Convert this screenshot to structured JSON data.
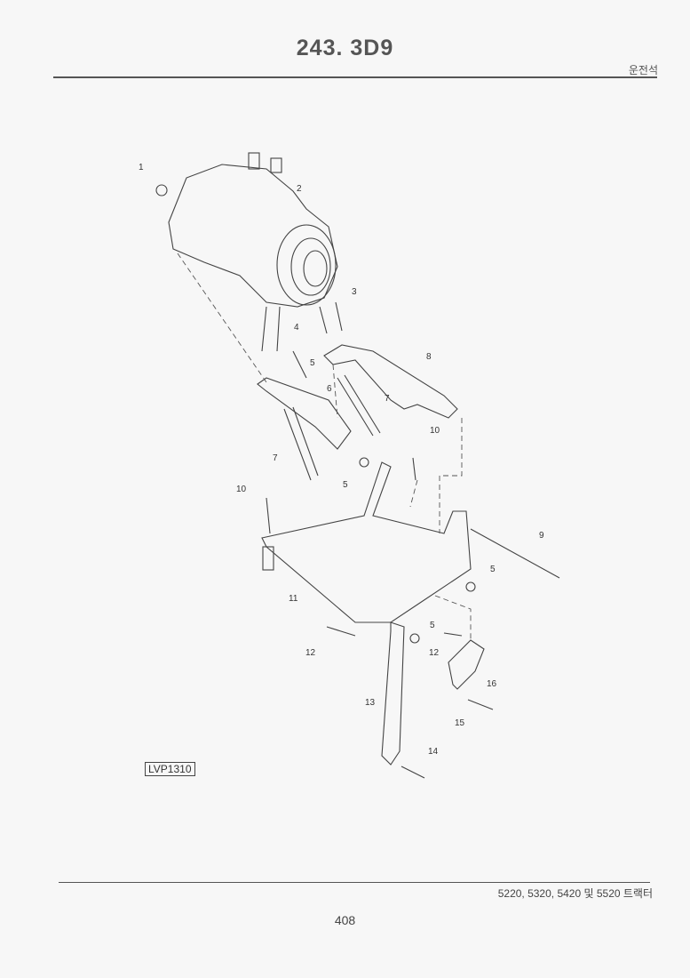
{
  "header": {
    "title": "243. 3D9",
    "section": "운전석"
  },
  "figure": {
    "reference_code": "LVP1310",
    "callouts": [
      "1",
      "2",
      "3",
      "4",
      "5",
      "6",
      "7",
      "8",
      "10",
      "7",
      "5",
      "10",
      "9",
      "5",
      "11",
      "5",
      "12",
      "12",
      "16",
      "13",
      "15",
      "14"
    ]
  },
  "footer": {
    "models": "5220, 5320, 5420 및 5520 트랙터",
    "page_number": "408"
  }
}
